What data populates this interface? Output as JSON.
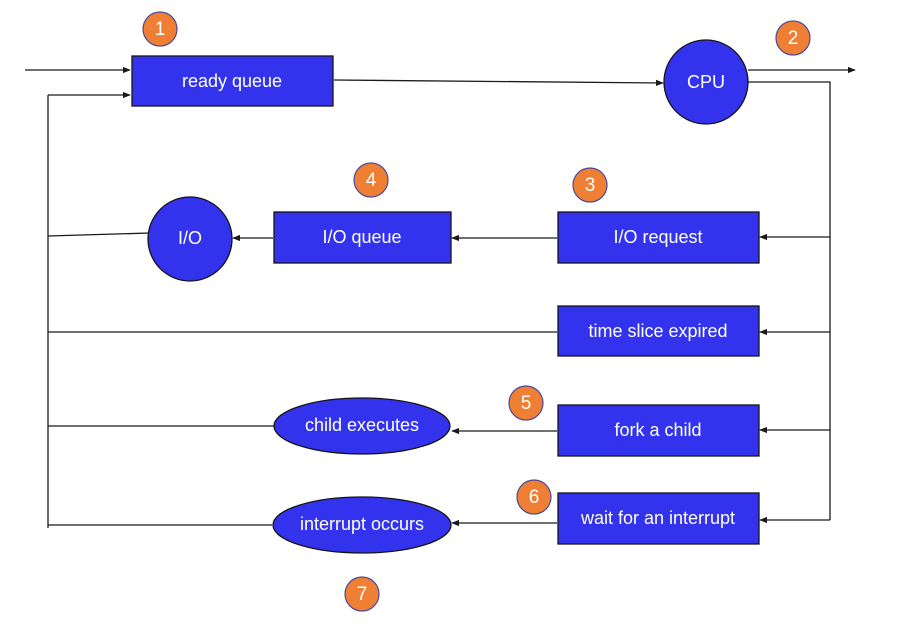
{
  "colors": {
    "node_fill": "#3333ee",
    "node_stroke": "#151515",
    "badge_fill": "#ef7f35",
    "badge_stroke": "#4a4a9a",
    "line": "#1a1a1a"
  },
  "nodes": {
    "ready_queue": "ready queue",
    "cpu": "CPU",
    "io_request": "I/O request",
    "io_queue": "I/O queue",
    "io": "I/O",
    "time_slice": "time slice expired",
    "fork_child": "fork a child",
    "child_executes": "child executes",
    "wait_interrupt": "wait for an interrupt",
    "interrupt_occurs": "interrupt occurs"
  },
  "badges": {
    "b1": "1",
    "b2": "2",
    "b3": "3",
    "b4": "4",
    "b5": "5",
    "b6": "6",
    "b7": "7"
  }
}
